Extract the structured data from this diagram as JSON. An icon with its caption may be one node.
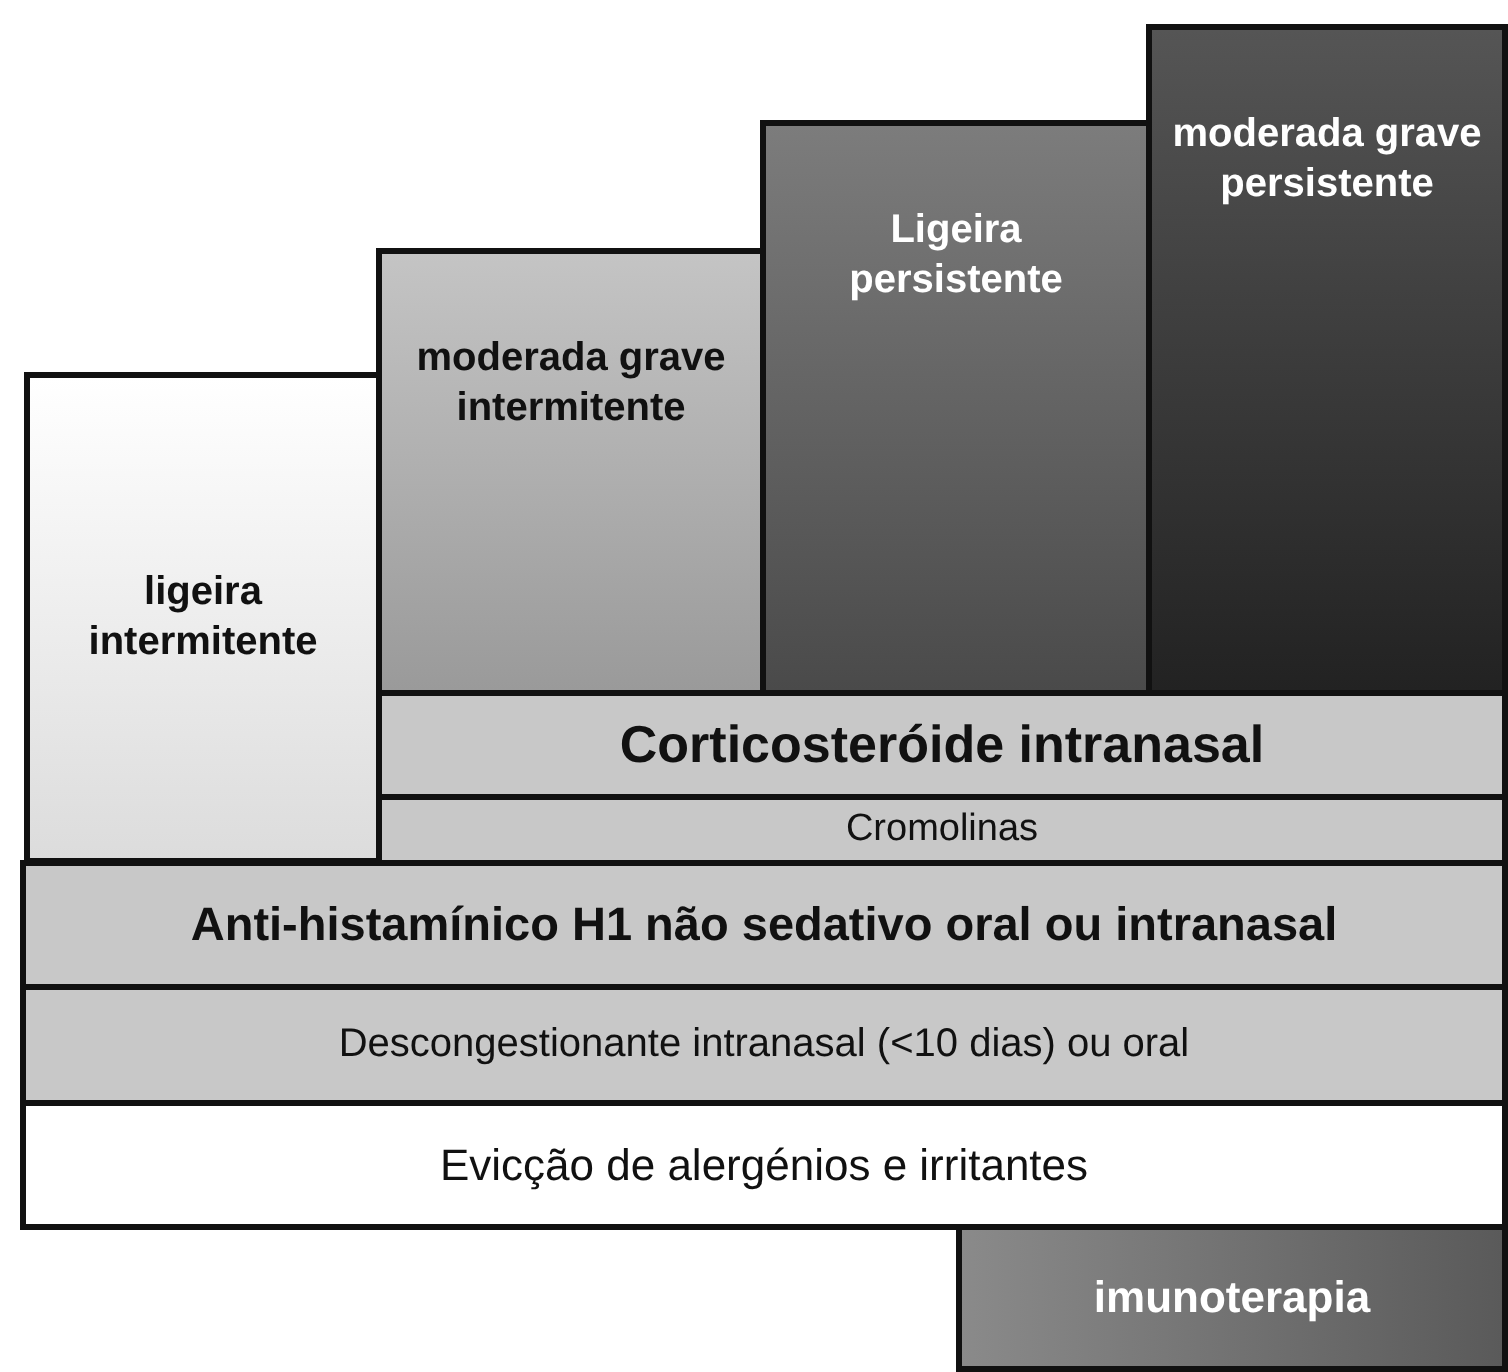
{
  "diagram": {
    "nodes": [
      {
        "text": [
          "ligeira intermitente"
        ]
      },
      {
        "text": [
          "moderada grave intermitente"
        ]
      },
      {
        "text": [
          "Ligeira persistente"
        ]
      },
      {
        "text": [
          "moderada grave persistente"
        ]
      },
      {
        "text": [
          "Corticosteróide intranasal"
        ]
      },
      {
        "text": [
          "Cromolinas"
        ]
      },
      {
        "text": [
          "Anti-histamínico H1 não sedativo oral ou intranasal"
        ]
      },
      {
        "text": [
          "Descongestionante intranasal (<10 dias) ou oral"
        ]
      },
      {
        "text": [
          "Evicção de alergénios e irritantes"
        ]
      },
      {
        "text": [
          "imunoterapia"
        ]
      }
    ]
  }
}
